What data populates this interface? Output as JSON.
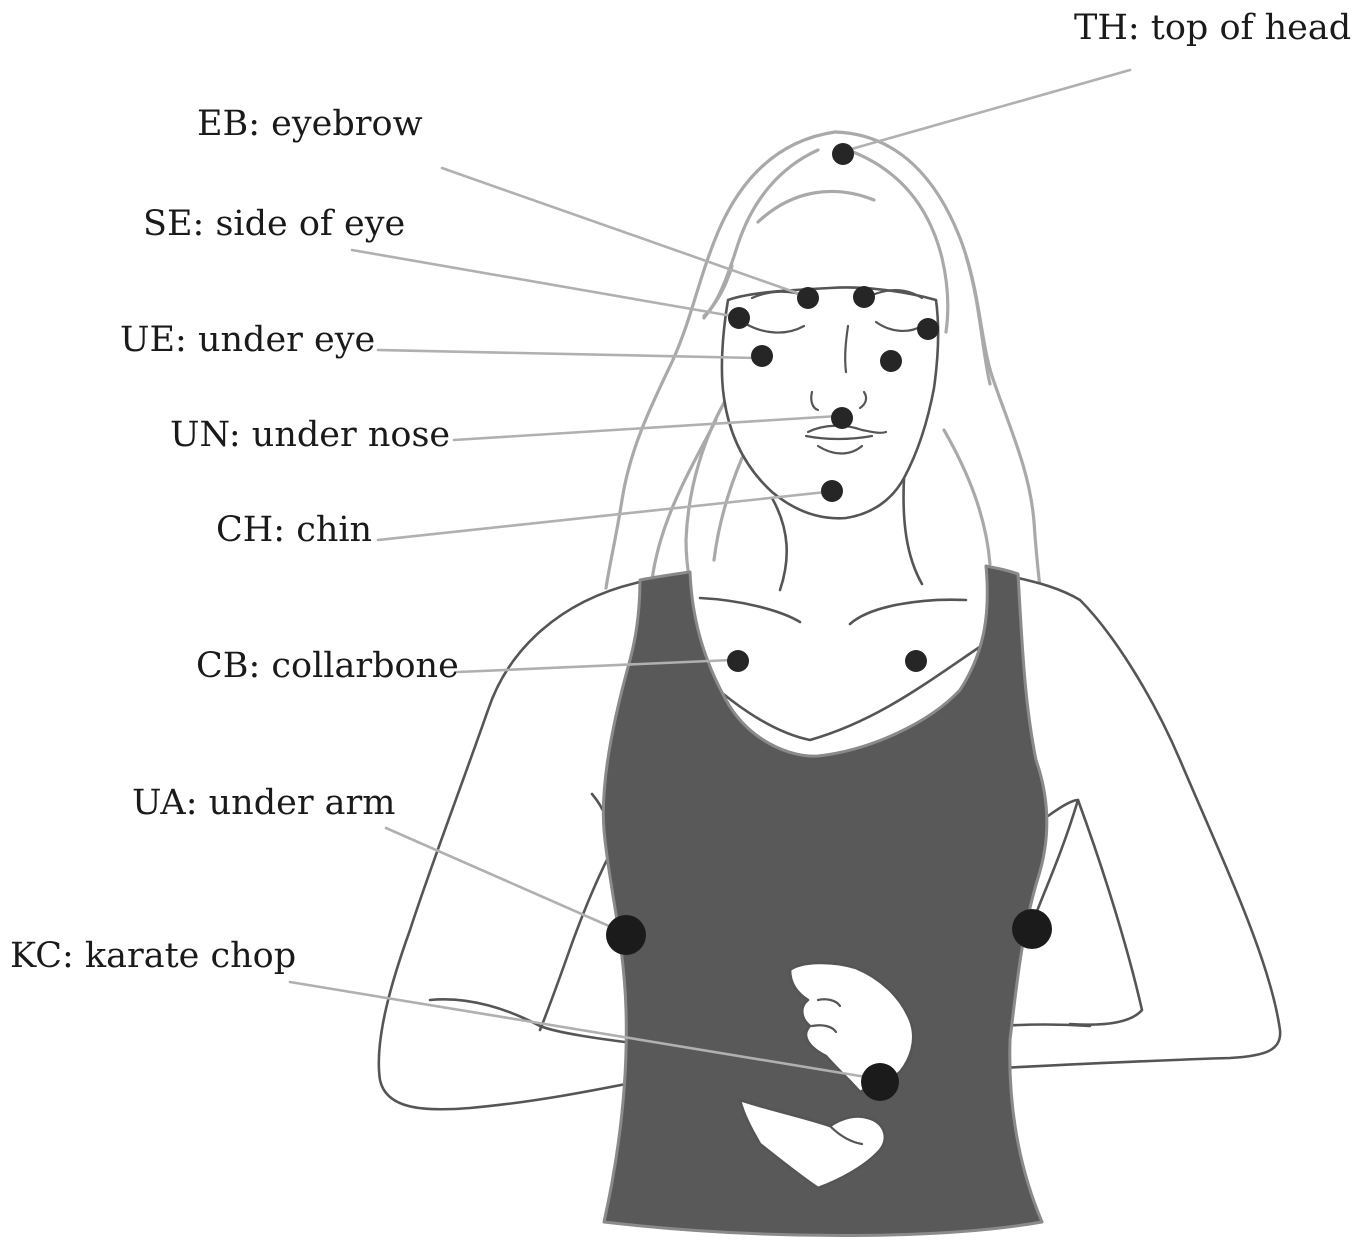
{
  "labels": {
    "th": "TH: top of head",
    "eb": "EB: eyebrow",
    "se": "SE: side of eye",
    "ue": "UE: under eye",
    "un": "UN: under nose",
    "ch": "CH: chin",
    "cb": "CB: collarbone",
    "ua": "UA: under arm",
    "kc": "KC: karate chop"
  },
  "colors": {
    "background": "#ffffff",
    "top_fill": "#595959",
    "points": "#262626",
    "leader_lines": "#b0b0b0",
    "hair": "#a9a9a9"
  }
}
